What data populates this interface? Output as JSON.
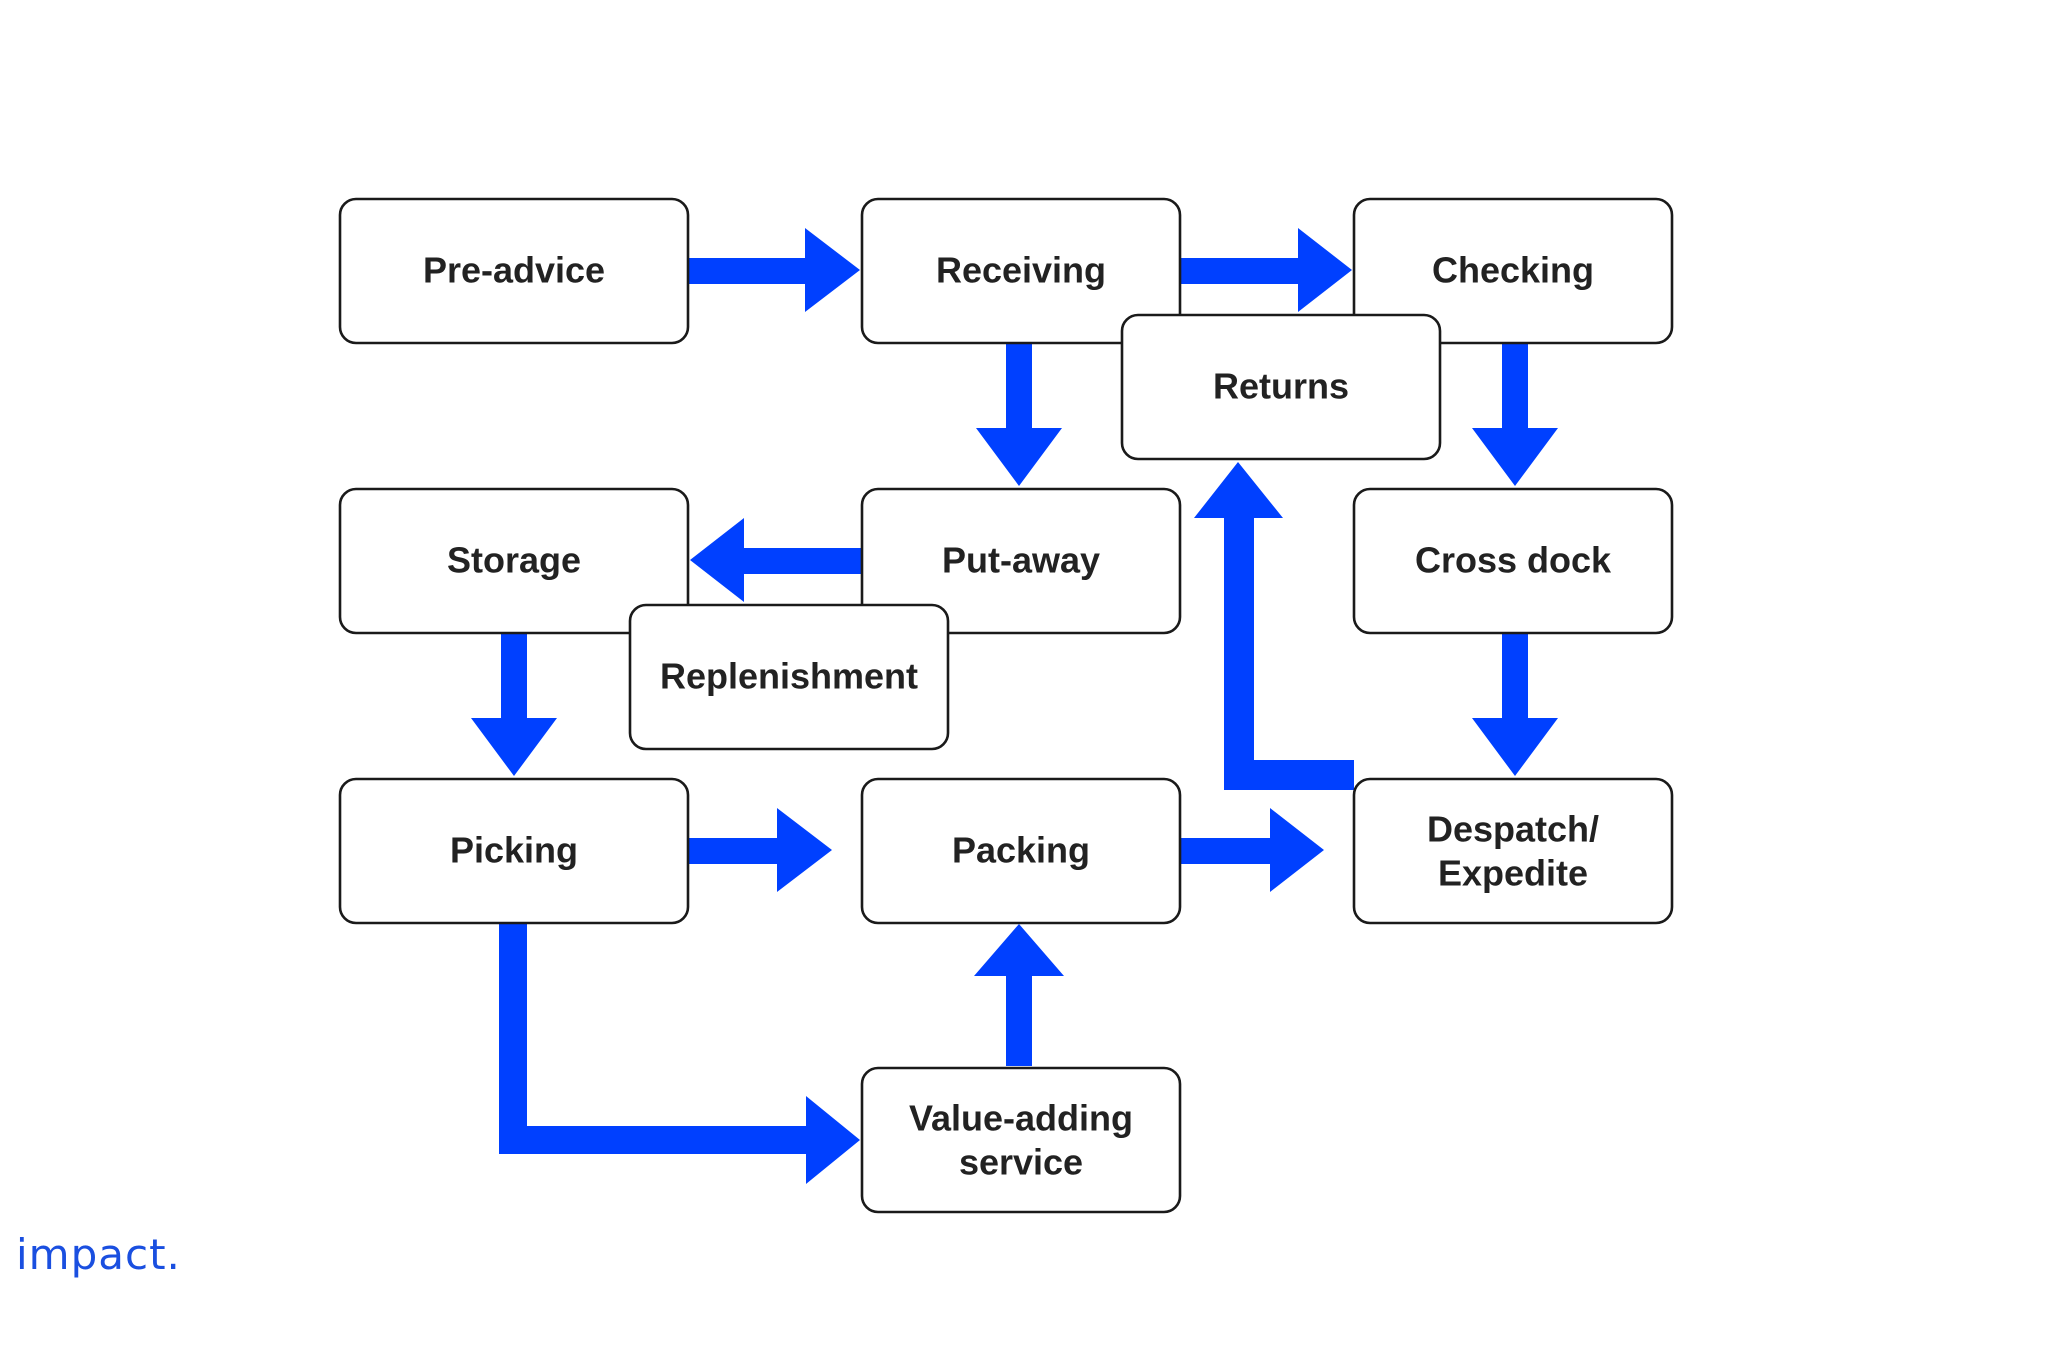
{
  "diagram": {
    "colors": {
      "arrow": "#0040ff",
      "box_border": "#1a1a1a",
      "box_fill": "#ffffff",
      "text": "#222222"
    },
    "nodes": {
      "pre_advice": "Pre-advice",
      "receiving": "Receiving",
      "checking": "Checking",
      "returns": "Returns",
      "storage": "Storage",
      "put_away": "Put-away",
      "cross_dock": "Cross dock",
      "replenishment": "Replenishment",
      "picking": "Picking",
      "packing": "Packing",
      "despatch_line1": "Despatch/",
      "despatch_line2": "Expedite",
      "value_line1": "Value-adding",
      "value_line2": "service"
    },
    "edges": [
      {
        "from": "Pre-advice",
        "to": "Receiving"
      },
      {
        "from": "Receiving",
        "to": "Checking"
      },
      {
        "from": "Receiving",
        "to": "Put-away"
      },
      {
        "from": "Checking",
        "to": "Cross dock"
      },
      {
        "from": "Put-away",
        "to": "Storage"
      },
      {
        "from": "Storage",
        "to": "Picking"
      },
      {
        "from": "Cross dock",
        "to": "Despatch/ Expedite"
      },
      {
        "from": "Despatch/ Expedite",
        "to": "Returns"
      },
      {
        "from": "Picking",
        "to": "Packing"
      },
      {
        "from": "Packing",
        "to": "Despatch/ Expedite"
      },
      {
        "from": "Picking",
        "to": "Value-adding service"
      },
      {
        "from": "Value-adding service",
        "to": "Packing"
      }
    ]
  },
  "brand": {
    "logo_text": "impact."
  }
}
